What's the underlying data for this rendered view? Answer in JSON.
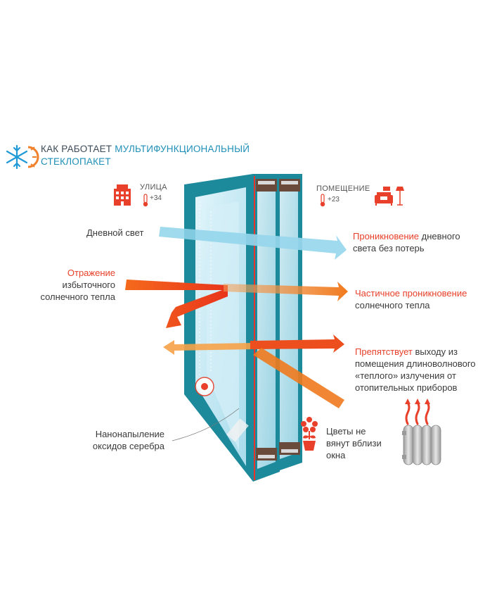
{
  "colors": {
    "frame": "#1d8a9c",
    "frame_dark": "#14707f",
    "glass": "#bfe6f2",
    "daylight_arrow": "#8fd3ea",
    "heat_arrow": "#f07a1e",
    "reflection_arrow": "#ec3b1f",
    "accent_text": "#e8402a",
    "title_accent": "#1f8fb8"
  },
  "header": {
    "title_part1": "КАК РАБОТАЕТ",
    "title_part2": "МУЛЬТИФУНКЦИОНАЛЬНЫЙ",
    "title_part3": "СТЕКЛОПАКЕТ",
    "logo_icon": "snowflake-sun-icon"
  },
  "outside": {
    "caption": "УЛИЦА",
    "temperature": "+34",
    "icons": [
      "building-icon",
      "thermometer-icon"
    ]
  },
  "inside": {
    "caption": "ПОМЕЩЕНИЕ",
    "temperature": "+23",
    "icons": [
      "thermometer-icon",
      "sofa-lamp-icon"
    ]
  },
  "labels": {
    "daylight": "Дневной свет",
    "reflection_highlight": "Отражение",
    "reflection_line2": "избыточного",
    "reflection_line3": "солнечного тепла",
    "penetration_highlight": "Проникновение",
    "penetration_rest": " дневного",
    "penetration_line2": "света без потерь",
    "partial_highlight": "Частичное проникновение",
    "partial_line2": "солнечного тепла",
    "prevents_highlight": "Препятствует",
    "prevents_rest": " выходу из",
    "prevents_line2": "помещения длиноволнового",
    "prevents_line3": "«теплого» излучения от",
    "prevents_line4": "отопительных приборов",
    "coating_line1": "Нанонапыление",
    "coating_line2": "оксидов серебра",
    "flowers_line1": "Цветы не",
    "flowers_line2": "вянут вблизи",
    "flowers_line3": "окна"
  },
  "decor_icons": [
    "flower-pot-icon",
    "radiator-icon"
  ]
}
